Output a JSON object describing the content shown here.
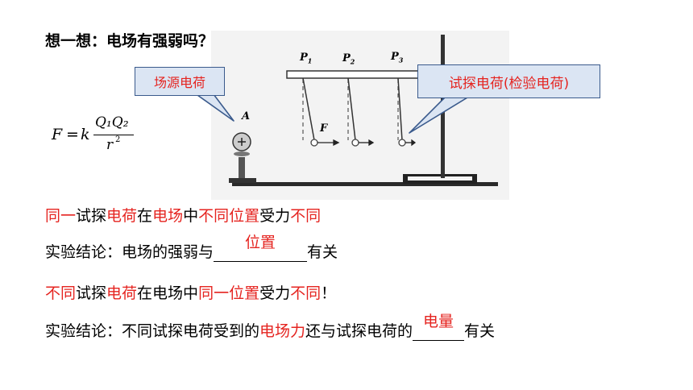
{
  "title": "想一想：电场有强弱吗？",
  "formula": {
    "lhs": "F",
    "equals": "=",
    "k": "k",
    "num": "Q₁Q₂",
    "den": "r",
    "den_exp": "2"
  },
  "figure": {
    "label_A": "A",
    "label_F": "F",
    "p1": "P",
    "p2": "P",
    "p3": "P",
    "p1_sub": "1",
    "p2_sub": "2",
    "p3_sub": "3"
  },
  "callouts": {
    "source": "场源电荷",
    "test": "试探电荷(检验电荷)"
  },
  "line1": {
    "s1": "同一",
    "s2": "试探",
    "s3": "电荷",
    "s4": "在",
    "s5": "电场",
    "s6": "中",
    "s7": "不同位置",
    "s8": "受力",
    "s9": "不同"
  },
  "concl1": {
    "prefix": "实验结论：电场的强弱与",
    "answer": "位置",
    "suffix": "有关"
  },
  "line2": {
    "s1": "不同",
    "s2": "试探",
    "s3": "电荷",
    "s4": "在电场中",
    "s5": "同一位置",
    "s6": "受力",
    "s7": "不同",
    "s8": "！"
  },
  "concl2": {
    "prefix": "实验结论：不同试探电荷受到的",
    "red": "电场力",
    "middle": "还与试探电荷的",
    "answer": "电量",
    "suffix": "有关"
  }
}
